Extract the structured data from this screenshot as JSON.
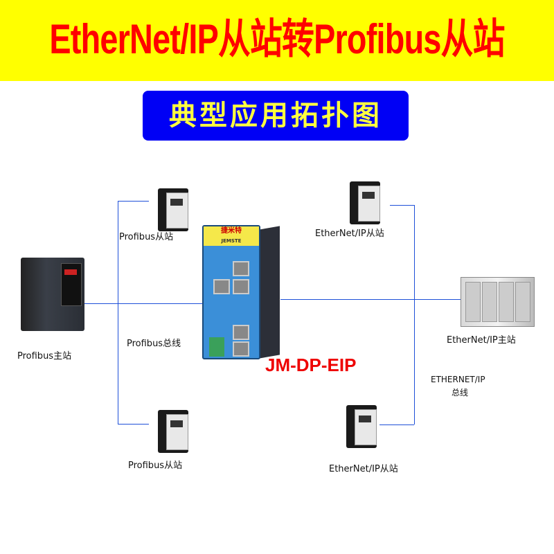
{
  "header": {
    "title": "EtherNet/IP从站转Profibus从站",
    "subtitle": "典型应用拓扑图"
  },
  "gateway": {
    "model": "JM-DP-EIP",
    "brand": "捷米特",
    "brand_en": "JEMSTE"
  },
  "labels": {
    "profibus_slave_top": "Profibus从站",
    "profibus_master": "Profibus主站",
    "profibus_bus": "Profibus总线",
    "profibus_slave_bottom": "Profibus从站",
    "eip_slave_top": "EtherNet/IP从站",
    "eip_master": "EtherNet/IP主站",
    "eip_bus_line1": "ETHERNET/IP",
    "eip_bus_line2": "总线",
    "eip_slave_bottom": "EtherNet/IP从站"
  },
  "colors": {
    "banner": "#ffff00",
    "title": "#ff0000",
    "subtitle_bg": "#0000f5",
    "line": "#1d4fd8"
  }
}
